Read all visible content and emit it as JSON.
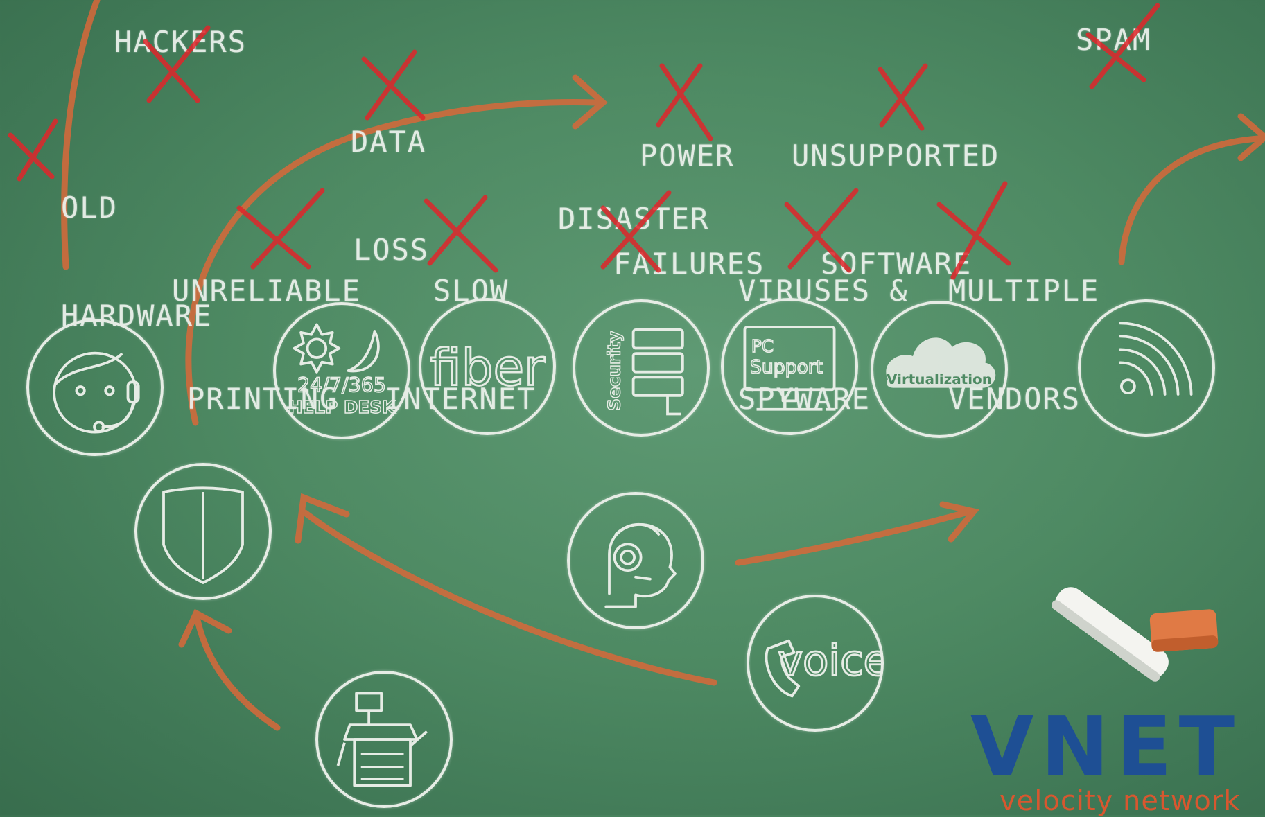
{
  "problems": {
    "hackers": "HACKERS",
    "data_loss": [
      "DATA",
      "LOSS"
    ],
    "old_hardware": [
      "OLD",
      "HARDWARE"
    ],
    "power_failures": [
      "POWER",
      "FAILURES"
    ],
    "unsupported_software": [
      "UNSUPPORTED",
      "SOFTWARE"
    ],
    "spam": "SPAM",
    "unreliable_printing": [
      "UNRELIABLE",
      "PRINTING"
    ],
    "slow_internet": [
      "SLOW",
      "INTERNET"
    ],
    "disaster": "DISASTER",
    "viruses_spyware": [
      "VIRUSES &",
      "SPYWARE"
    ],
    "multiple_vendors": [
      "MULTIPLE",
      "VENDORS"
    ]
  },
  "services": {
    "helpdesk_line1": "24/7/365",
    "helpdesk_line2": "HELP DESK",
    "fiber": "fiber",
    "security": "Security",
    "pc_support_line1": "PC",
    "pc_support_line2": "Support",
    "virtualization": "Virtualization",
    "voice": "voice"
  },
  "logo": {
    "name": "VNET",
    "tagline": "velocity network"
  },
  "colors": {
    "board": "#4e8a63",
    "chalk": "#eef3ee",
    "cross": "#e0262b",
    "arrow": "#d8683a",
    "logo_blue": "#1e4f94",
    "logo_orange": "#d8572f"
  }
}
